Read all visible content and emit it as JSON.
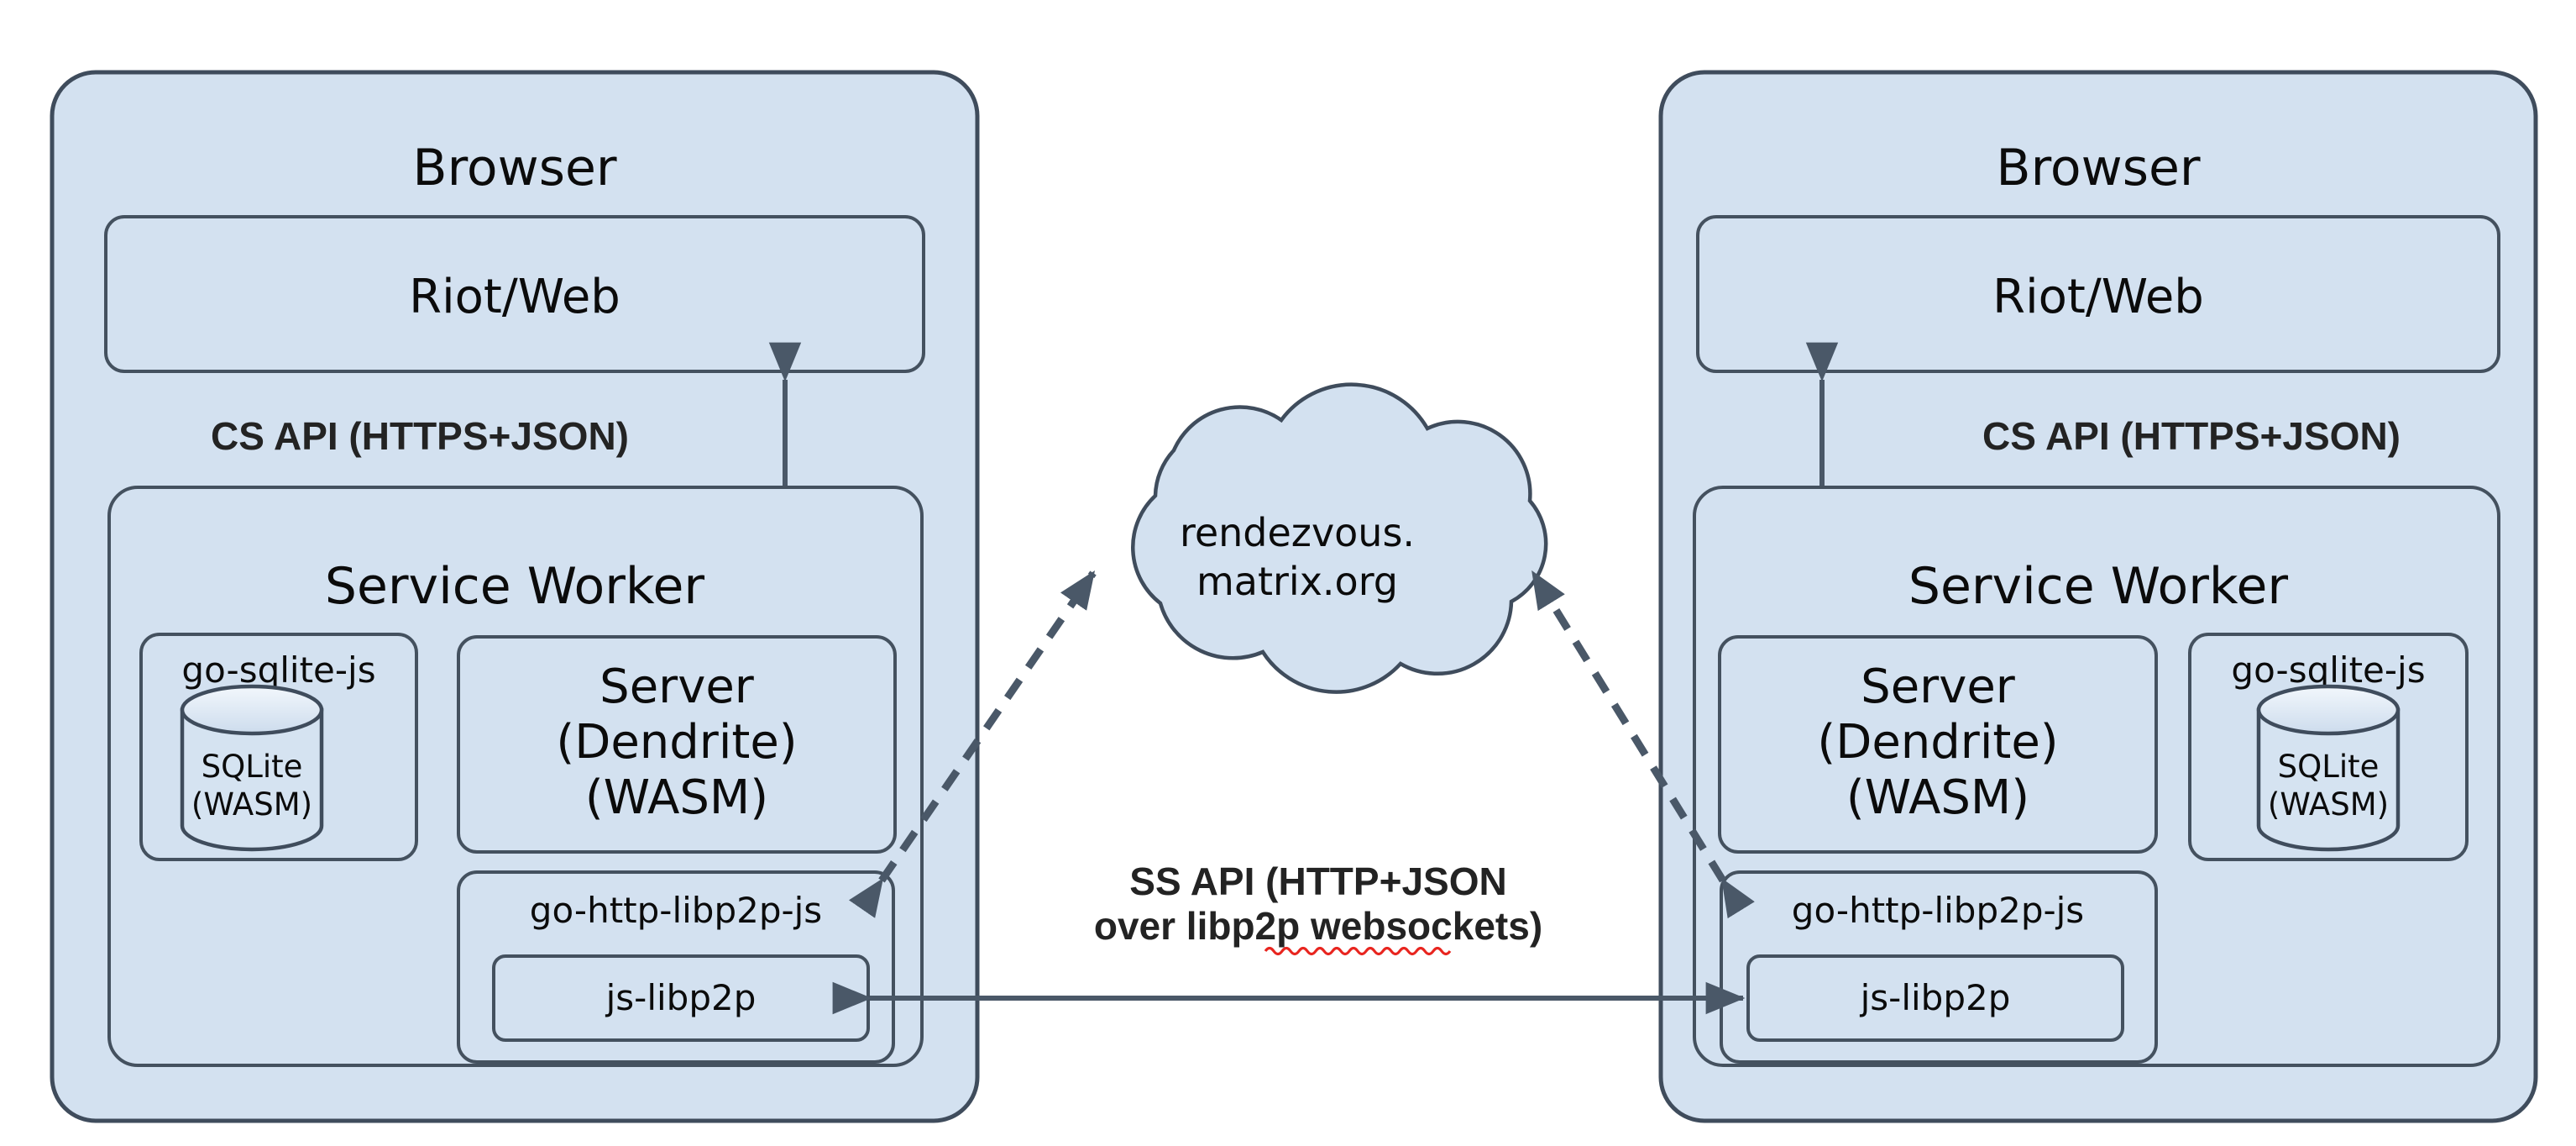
{
  "diagram": {
    "title": "P2P Matrix browser architecture",
    "colors": {
      "panel_fill": "#d3e1f0",
      "panel_stroke": "#3f4c5c",
      "arrow": "#4a5868",
      "label_text": "#232323",
      "spellcheck_underline": "#e8251f"
    },
    "left_panel": {
      "title": "Browser",
      "client_box": {
        "label": "Riot/Web"
      },
      "api_label": "CS API (HTTPS+JSON)",
      "worker": {
        "title": "Service Worker",
        "sqlite_box": {
          "label": "go-sqlite-js",
          "cylinder_line1": "SQLite",
          "cylinder_line2": "(WASM)"
        },
        "server_box": {
          "line1": "Server",
          "line2": "(Dendrite)",
          "line3": "(WASM)"
        },
        "transport_box": {
          "label": "go-http-libp2p-js",
          "inner_label": "js-libp2p"
        }
      }
    },
    "right_panel": {
      "title": "Browser",
      "client_box": {
        "label": "Riot/Web"
      },
      "api_label": "CS API (HTTPS+JSON)",
      "worker": {
        "title": "Service Worker",
        "sqlite_box": {
          "label": "go-sqlite-js",
          "cylinder_line1": "SQLite",
          "cylinder_line2": "(WASM)"
        },
        "server_box": {
          "line1": "Server",
          "line2": "(Dendrite)",
          "line3": "(WASM)"
        },
        "transport_box": {
          "label": "go-http-libp2p-js",
          "inner_label": "js-libp2p"
        }
      }
    },
    "cloud": {
      "line1": "rendezvous.",
      "line2": "matrix.org"
    },
    "ss_api_label": {
      "line1": "SS API (HTTP+JSON",
      "line2_prefix": "over libp2p ",
      "line2_misspelled": "websockets",
      "line2_suffix": ")"
    }
  }
}
